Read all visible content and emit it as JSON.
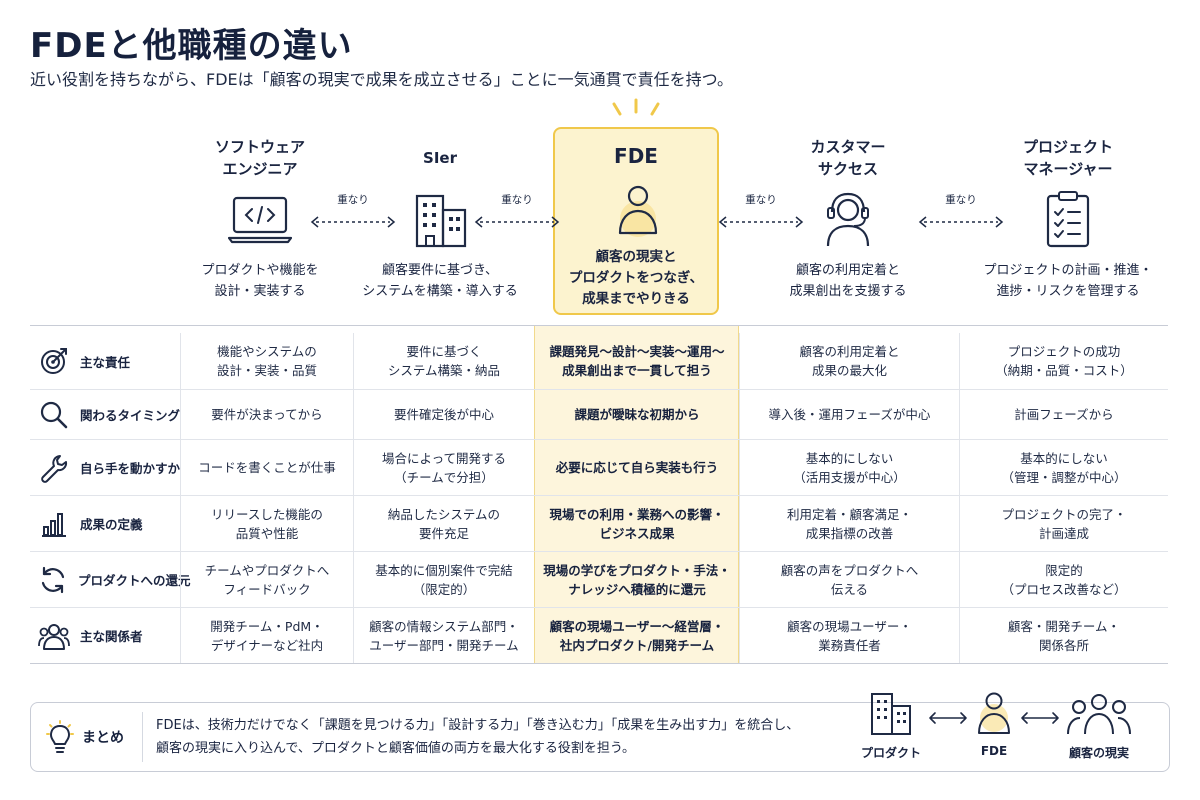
{
  "title": "FDEと他職種の違い",
  "subtitle": "近い役割を持ちながら、FDEは「顧客の現実で成果を成立させる」ことに一気通貫で責任を持つ。",
  "overlap_label": "重なり",
  "roles": [
    {
      "name": "ソフトウェア\nエンジニア",
      "desc": "プロダクトや機能を\n設計・実装する",
      "icon": "laptop-code-icon"
    },
    {
      "name": "SIer",
      "desc": "顧客要件に基づき、\nシステムを構築・導入する",
      "icon": "buildings-icon"
    },
    {
      "name": "FDE",
      "desc": "顧客の現実と\nプロダクトをつなぎ、\n成果までやりきる",
      "icon": "person-icon"
    },
    {
      "name": "カスタマー\nサクセス",
      "desc": "顧客の利用定着と\n成果創出を支援する",
      "icon": "headset-icon"
    },
    {
      "name": "プロジェクト\nマネージャー",
      "desc": "プロジェクトの計画・推進・\n進捗・リスクを管理する",
      "icon": "clipboard-checklist-icon"
    }
  ],
  "table": {
    "rows": [
      {
        "label": "主な責任",
        "icon": "target-icon",
        "cells": [
          "機能やシステムの\n設計・実装・品質",
          "要件に基づく\nシステム構築・納品",
          "課題発見〜設計〜実装〜運用〜\n成果創出まで一貫して担う",
          "顧客の利用定着と\n成果の最大化",
          "プロジェクトの成功\n（納期・品質・コスト）"
        ]
      },
      {
        "label": "関わるタイミング",
        "icon": "magnifier-icon",
        "cells": [
          "要件が決まってから",
          "要件確定後が中心",
          "課題が曖昧な初期から",
          "導入後・運用フェーズが中心",
          "計画フェーズから"
        ]
      },
      {
        "label": "自ら手を動かすか",
        "icon": "wrench-icon",
        "cells": [
          "コードを書くことが仕事",
          "場合によって開発する\n（チームで分担）",
          "必要に応じて自ら実装も行う",
          "基本的にしない\n（活用支援が中心）",
          "基本的にしない\n（管理・調整が中心）"
        ]
      },
      {
        "label": "成果の定義",
        "icon": "bar-chart-icon",
        "cells": [
          "リリースした機能の\n品質や性能",
          "納品したシステムの\n要件充足",
          "現場での利用・業務への影響・\nビジネス成果",
          "利用定着・顧客満足・\n成果指標の改善",
          "プロジェクトの完了・\n計画達成"
        ]
      },
      {
        "label": "プロダクトへの還元",
        "icon": "refresh-icon",
        "cells": [
          "チームやプロダクトへ\nフィードバック",
          "基本的に個別案件で完結\n（限定的）",
          "現場の学びをプロダクト・手法・\nナレッジへ積極的に還元",
          "顧客の声をプロダクトへ\n伝える",
          "限定的\n（プロセス改善など）"
        ]
      },
      {
        "label": "主な関係者",
        "icon": "people-icon",
        "cells": [
          "開発チーム・PdM・\nデザイナーなど社内",
          "顧客の情報システム部門・\nユーザー部門・開発チーム",
          "顧客の現場ユーザー〜経営層・\n社内プロダクト/開発チーム",
          "顧客の現場ユーザー・\n業務責任者",
          "顧客・開発チーム・\n関係各所"
        ]
      }
    ]
  },
  "summary": {
    "label": "まとめ",
    "text": "FDEは、技術力だけでなく「課題を見つける力」「設計する力」「巻き込む力」「成果を生み出す力」を統合し、\n顧客の現実に入り込んで、プロダクトと顧客価値の両方を最大化する役割を担う。",
    "diagram": [
      "プロダクト",
      "FDE",
      "顧客の現実"
    ]
  },
  "colors": {
    "accent": "#f0c84a",
    "highlight_bg": "#fdf5dc",
    "ink": "#1f2a44"
  }
}
